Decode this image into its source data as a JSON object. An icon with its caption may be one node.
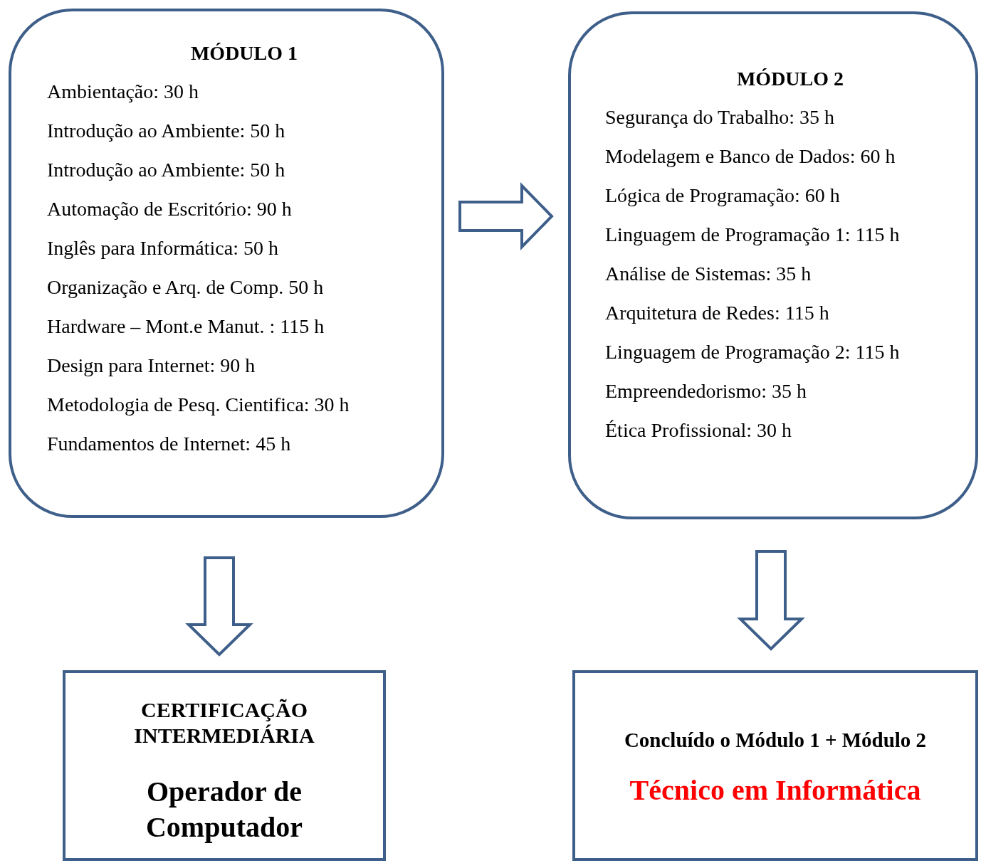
{
  "diagram": {
    "nodes": [
      {
        "text": [
          "MÓDULO 1",
          "Ambientação: 30 h",
          "Introdução ao Ambiente: 50 h",
          "Introdução ao Ambiente: 50 h",
          "Automação de Escritório: 90 h",
          "Inglês para Informática: 50 h",
          "Organização e Arq. de Comp. 50 h",
          "Hardware – Mont.e Manut. : 115 h",
          "Design para Internet:  90 h",
          "Metodologia de Pesq. Cientifica: 30 h",
          "Fundamentos de Internet: 45 h"
        ]
      },
      {
        "text": [
          "MÓDULO 2",
          "Segurança do Trabalho: 35 h",
          "Modelagem e Banco de Dados: 60 h",
          "Lógica de Programação: 60 h",
          "Linguagem de Programação 1: 115 h",
          "Análise de Sistemas: 35 h",
          "Arquitetura de Redes: 115 h",
          "Linguagem de Programação 2: 115 h",
          "Empreendedorismo: 35 h",
          "Ética Profissional: 30 h"
        ]
      },
      {
        "text": [
          "CERTIFICAÇÃO INTERMEDIÁRIA",
          "Operador de Computador"
        ]
      },
      {
        "text": [
          "Concluído o Módulo 1 + Módulo 2",
          "Técnico em Informática"
        ]
      }
    ],
    "edges": [
      {
        "from": 0,
        "to": 1,
        "arrow": "to"
      },
      {
        "from": 0,
        "to": 2,
        "arrow": "to"
      },
      {
        "from": 1,
        "to": 3,
        "arrow": "to"
      }
    ]
  }
}
